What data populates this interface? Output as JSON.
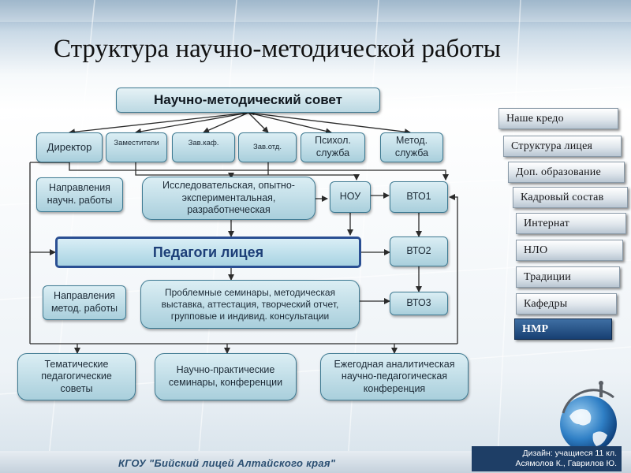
{
  "slide": {
    "title": "Структура научно-методической работы",
    "colors": {
      "box_border": "#3e7a92",
      "teachers_border": "#2a4f93",
      "nav_active": "#173f72"
    }
  },
  "diagram": {
    "council": "Научно-методический совет",
    "director": "Директор",
    "deputies": "Заместители",
    "dept_head": "Зав.каф.",
    "dept_head_otd": "Зав.отд.",
    "psych": [
      "Психол.",
      "служба"
    ],
    "method_service": [
      "Метод.",
      "служба"
    ],
    "research_directions": [
      "Направления",
      "научн. работы"
    ],
    "research_work": [
      "Исследовательская, опытно-",
      "экспериментальная,",
      "разработнеческая"
    ],
    "nou": "НОУ",
    "vto1": "ВТО1",
    "teachers": "Педагоги лицея",
    "vto2": "ВТО2",
    "method_directions": [
      "Направления",
      "метод. работы"
    ],
    "seminars": [
      "Проблемные семинары, методическая",
      "выставка, аттестация, творческий отчет,",
      "групповые и индивид. консультации"
    ],
    "vto3": "ВТО3",
    "thematic": [
      "Тематические",
      "педагогические",
      "советы"
    ],
    "conferences": [
      "Научно-практические",
      "семинары, конференции"
    ],
    "annual": [
      "Ежегодная аналитическая",
      "научно-педагогическая",
      "конференция"
    ]
  },
  "nav": {
    "items": [
      {
        "label": "Наше кредо"
      },
      {
        "label": "Структура лицея"
      },
      {
        "label": "Доп. образование"
      },
      {
        "label": "Кадровый состав"
      },
      {
        "label": "Интернат"
      },
      {
        "label": "НЛО"
      },
      {
        "label": "Традиции"
      },
      {
        "label": "Кафедры"
      },
      {
        "label": "НМР",
        "active": true
      }
    ]
  },
  "footer": {
    "school": "КГОУ \"Бийский лицей Алтайского края\"",
    "credits": [
      "Дизайн: учащиеся 11 кл.",
      "Асямолов К., Гаврилов Ю."
    ]
  }
}
